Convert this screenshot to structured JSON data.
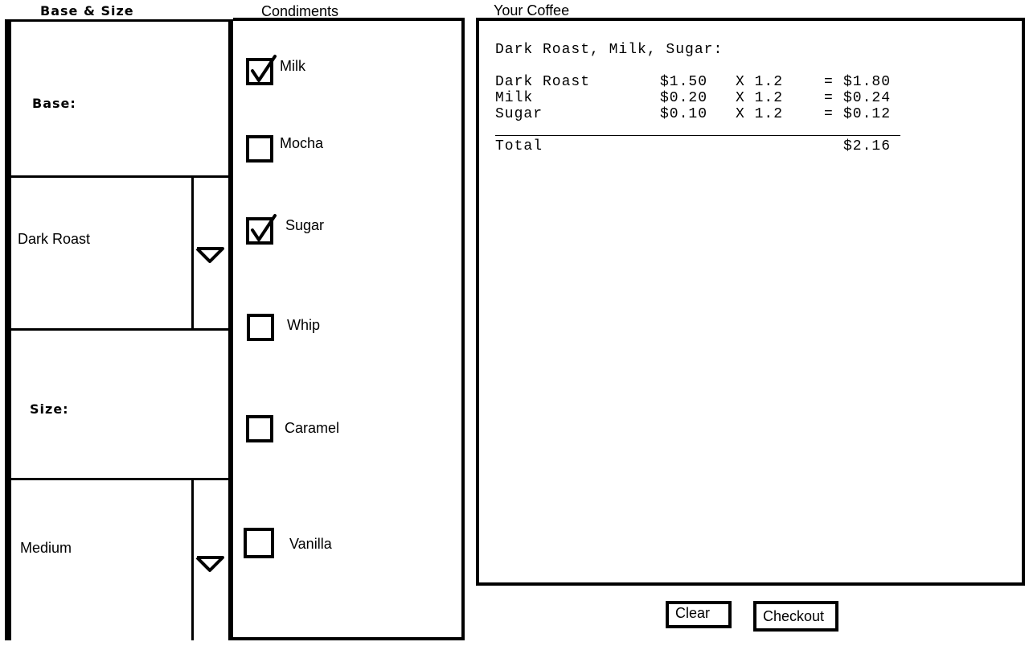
{
  "headings": {
    "base_size": "Base & Size",
    "condiments": "Condiments",
    "your_coffee": "Your Coffee"
  },
  "base": {
    "label": "Base:",
    "selected": "Dark Roast",
    "dropdown_icon": "chevron-down-icon"
  },
  "size": {
    "label": "Size:",
    "selected": "Medium",
    "dropdown_icon": "chevron-down-icon"
  },
  "condiments": [
    {
      "label": "Milk",
      "checked": true
    },
    {
      "label": "Mocha",
      "checked": false
    },
    {
      "label": "Sugar",
      "checked": true
    },
    {
      "label": "Whip",
      "checked": false
    },
    {
      "label": "Caramel",
      "checked": false
    },
    {
      "label": "Vanilla",
      "checked": false
    }
  ],
  "receipt": {
    "summary": "Dark Roast, Milk, Sugar:",
    "lines": [
      {
        "item": "Dark Roast",
        "price": "$1.50",
        "multiplier": "X 1.2",
        "equals": "=",
        "total": "$1.80"
      },
      {
        "item": "Milk",
        "price": "$0.20",
        "multiplier": "X 1.2",
        "equals": "=",
        "total": "$0.24"
      },
      {
        "item": "Sugar",
        "price": "$0.10",
        "multiplier": "X 1.2",
        "equals": "=",
        "total": "$0.12"
      }
    ],
    "total_label": "Total",
    "total_value": "$2.16"
  },
  "buttons": {
    "clear": "Clear",
    "checkout": "Checkout"
  }
}
